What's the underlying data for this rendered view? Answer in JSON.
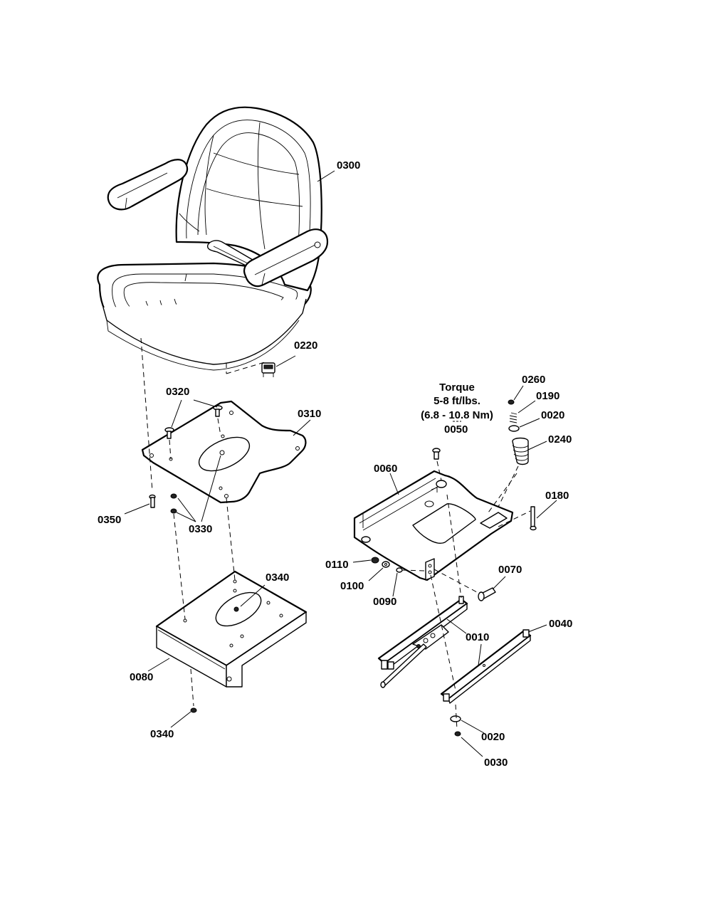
{
  "torque_note": {
    "line1": "Torque",
    "line2": "5-8 ft/lbs.",
    "line3": "(6.8 - 10.8 Nm)"
  },
  "callouts": {
    "p0300": "0300",
    "p0220": "0220",
    "p0320": "0320",
    "p0310": "0310",
    "p0350": "0350",
    "p0330": "0330",
    "p0340_top": "0340",
    "p0080": "0080",
    "p0340_bottom": "0340",
    "p0260": "0260",
    "p0190": "0190",
    "p0020_top": "0020",
    "p0050": "0050",
    "p0240": "0240",
    "p0060": "0060",
    "p0180": "0180",
    "p0110": "0110",
    "p0100": "0100",
    "p0090": "0090",
    "p0070": "0070",
    "p0010": "0010",
    "p0040": "0040",
    "p0020_bottom": "0020",
    "p0030": "0030"
  }
}
